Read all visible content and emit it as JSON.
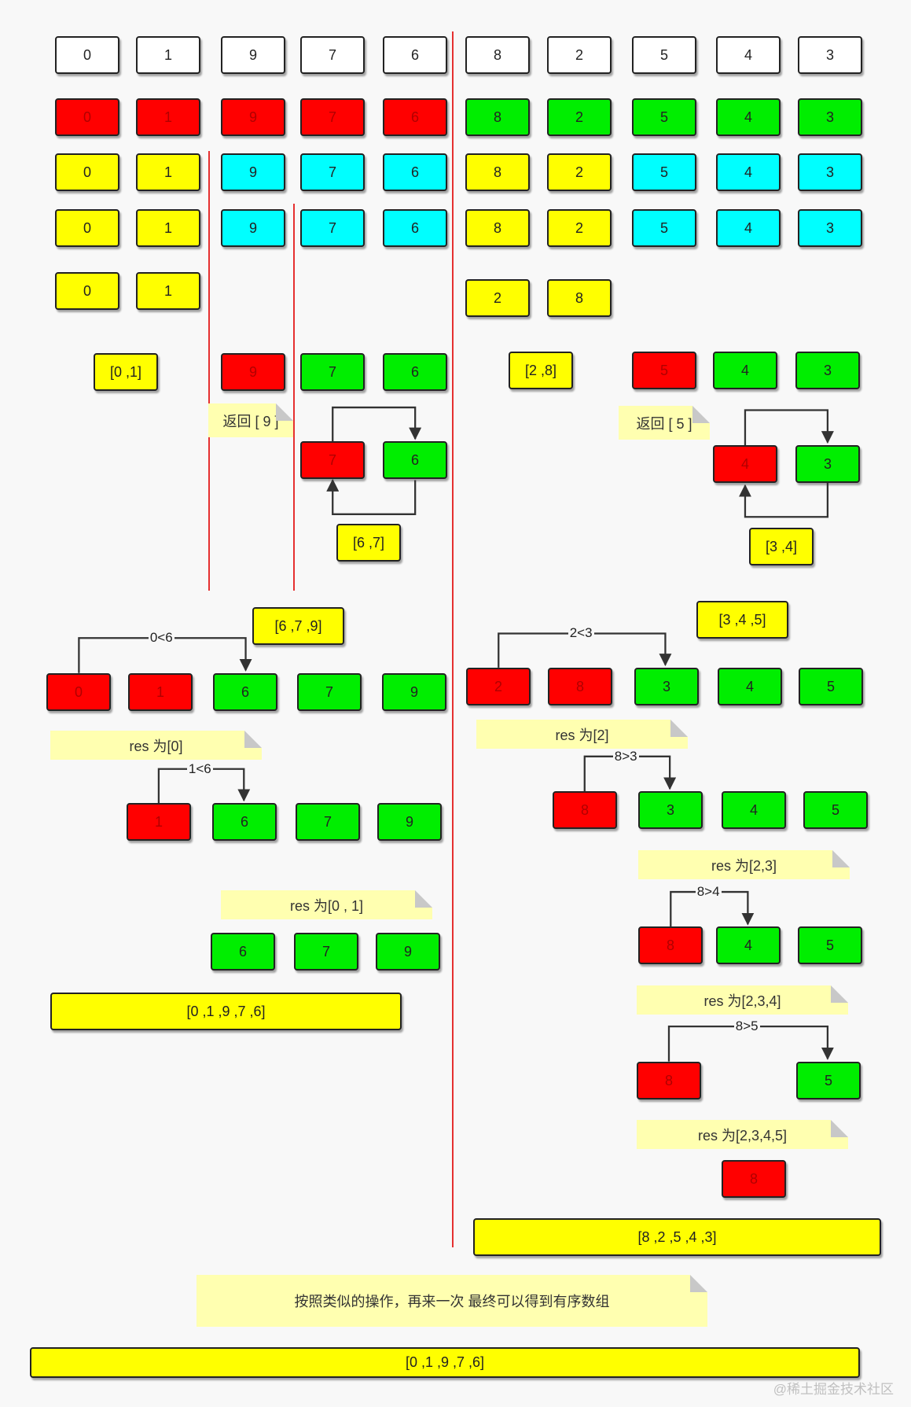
{
  "colors": {
    "white": "#ffffff",
    "red": "#ff0000",
    "green": "#00ee00",
    "yellow": "#ffff00",
    "cyan": "#00ffff",
    "note": "#ffffb0",
    "divider": "#e53030"
  },
  "rows": {
    "r1": [
      "0",
      "1",
      "9",
      "7",
      "6",
      "8",
      "2",
      "5",
      "4",
      "3"
    ],
    "r2": [
      "0",
      "1",
      "9",
      "7",
      "6",
      "8",
      "2",
      "5",
      "4",
      "3"
    ],
    "r3": [
      "0",
      "1",
      "9",
      "7",
      "6",
      "8",
      "2",
      "5",
      "4",
      "3"
    ],
    "r4": [
      "0",
      "1",
      "9",
      "7",
      "6",
      "8",
      "2",
      "5",
      "4",
      "3"
    ],
    "r5_left": [
      "0",
      "1"
    ],
    "r5_right": [
      "2",
      "8"
    ]
  },
  "left": {
    "pair_result": "[0 ,1]",
    "split": [
      "9",
      "7",
      "6"
    ],
    "return_note": "返回 [ 9 ]",
    "swap": [
      "7",
      "6"
    ],
    "swap_result": "[6 ,7]",
    "merge_result": "[6 ,7 ,9]",
    "cmp1": "0<6",
    "m1": [
      "0",
      "1",
      "6",
      "7",
      "9"
    ],
    "res1": "res 为[0]",
    "cmp2": "1<6",
    "m2": [
      "1",
      "6",
      "7",
      "9"
    ],
    "res2": "res 为[0 , 1]",
    "m3": [
      "6",
      "7",
      "9"
    ],
    "final": "[0 ,1 ,9 ,7 ,6]"
  },
  "right": {
    "pair_result": "[2 ,8]",
    "split": [
      "5",
      "4",
      "3"
    ],
    "return_note": "返回 [ 5 ]",
    "swap": [
      "4",
      "3"
    ],
    "swap_result": "[3 ,4]",
    "merge_result": "[3 ,4 ,5]",
    "cmp1": "2<3",
    "m1": [
      "2",
      "8",
      "3",
      "4",
      "5"
    ],
    "res1": "res 为[2]",
    "cmp2": "8>3",
    "m2": [
      "8",
      "3",
      "4",
      "5"
    ],
    "res2": "res 为[2,3]",
    "cmp3": "8>4",
    "m3": [
      "8",
      "4",
      "5"
    ],
    "res3": "res 为[2,3,4]",
    "cmp4": "8>5",
    "m4": [
      "8",
      "5"
    ],
    "res4": "res 为[2,3,4,5]",
    "m5": [
      "8"
    ],
    "final": "[8 ,2 ,5 ,4 ,3]"
  },
  "bottom": {
    "note": "按照类似的操作，再来一次  最终可以得到有序数组",
    "final": "[0 ,1 ,9 ,7 ,6]"
  },
  "watermark": "@稀土掘金技术社区"
}
